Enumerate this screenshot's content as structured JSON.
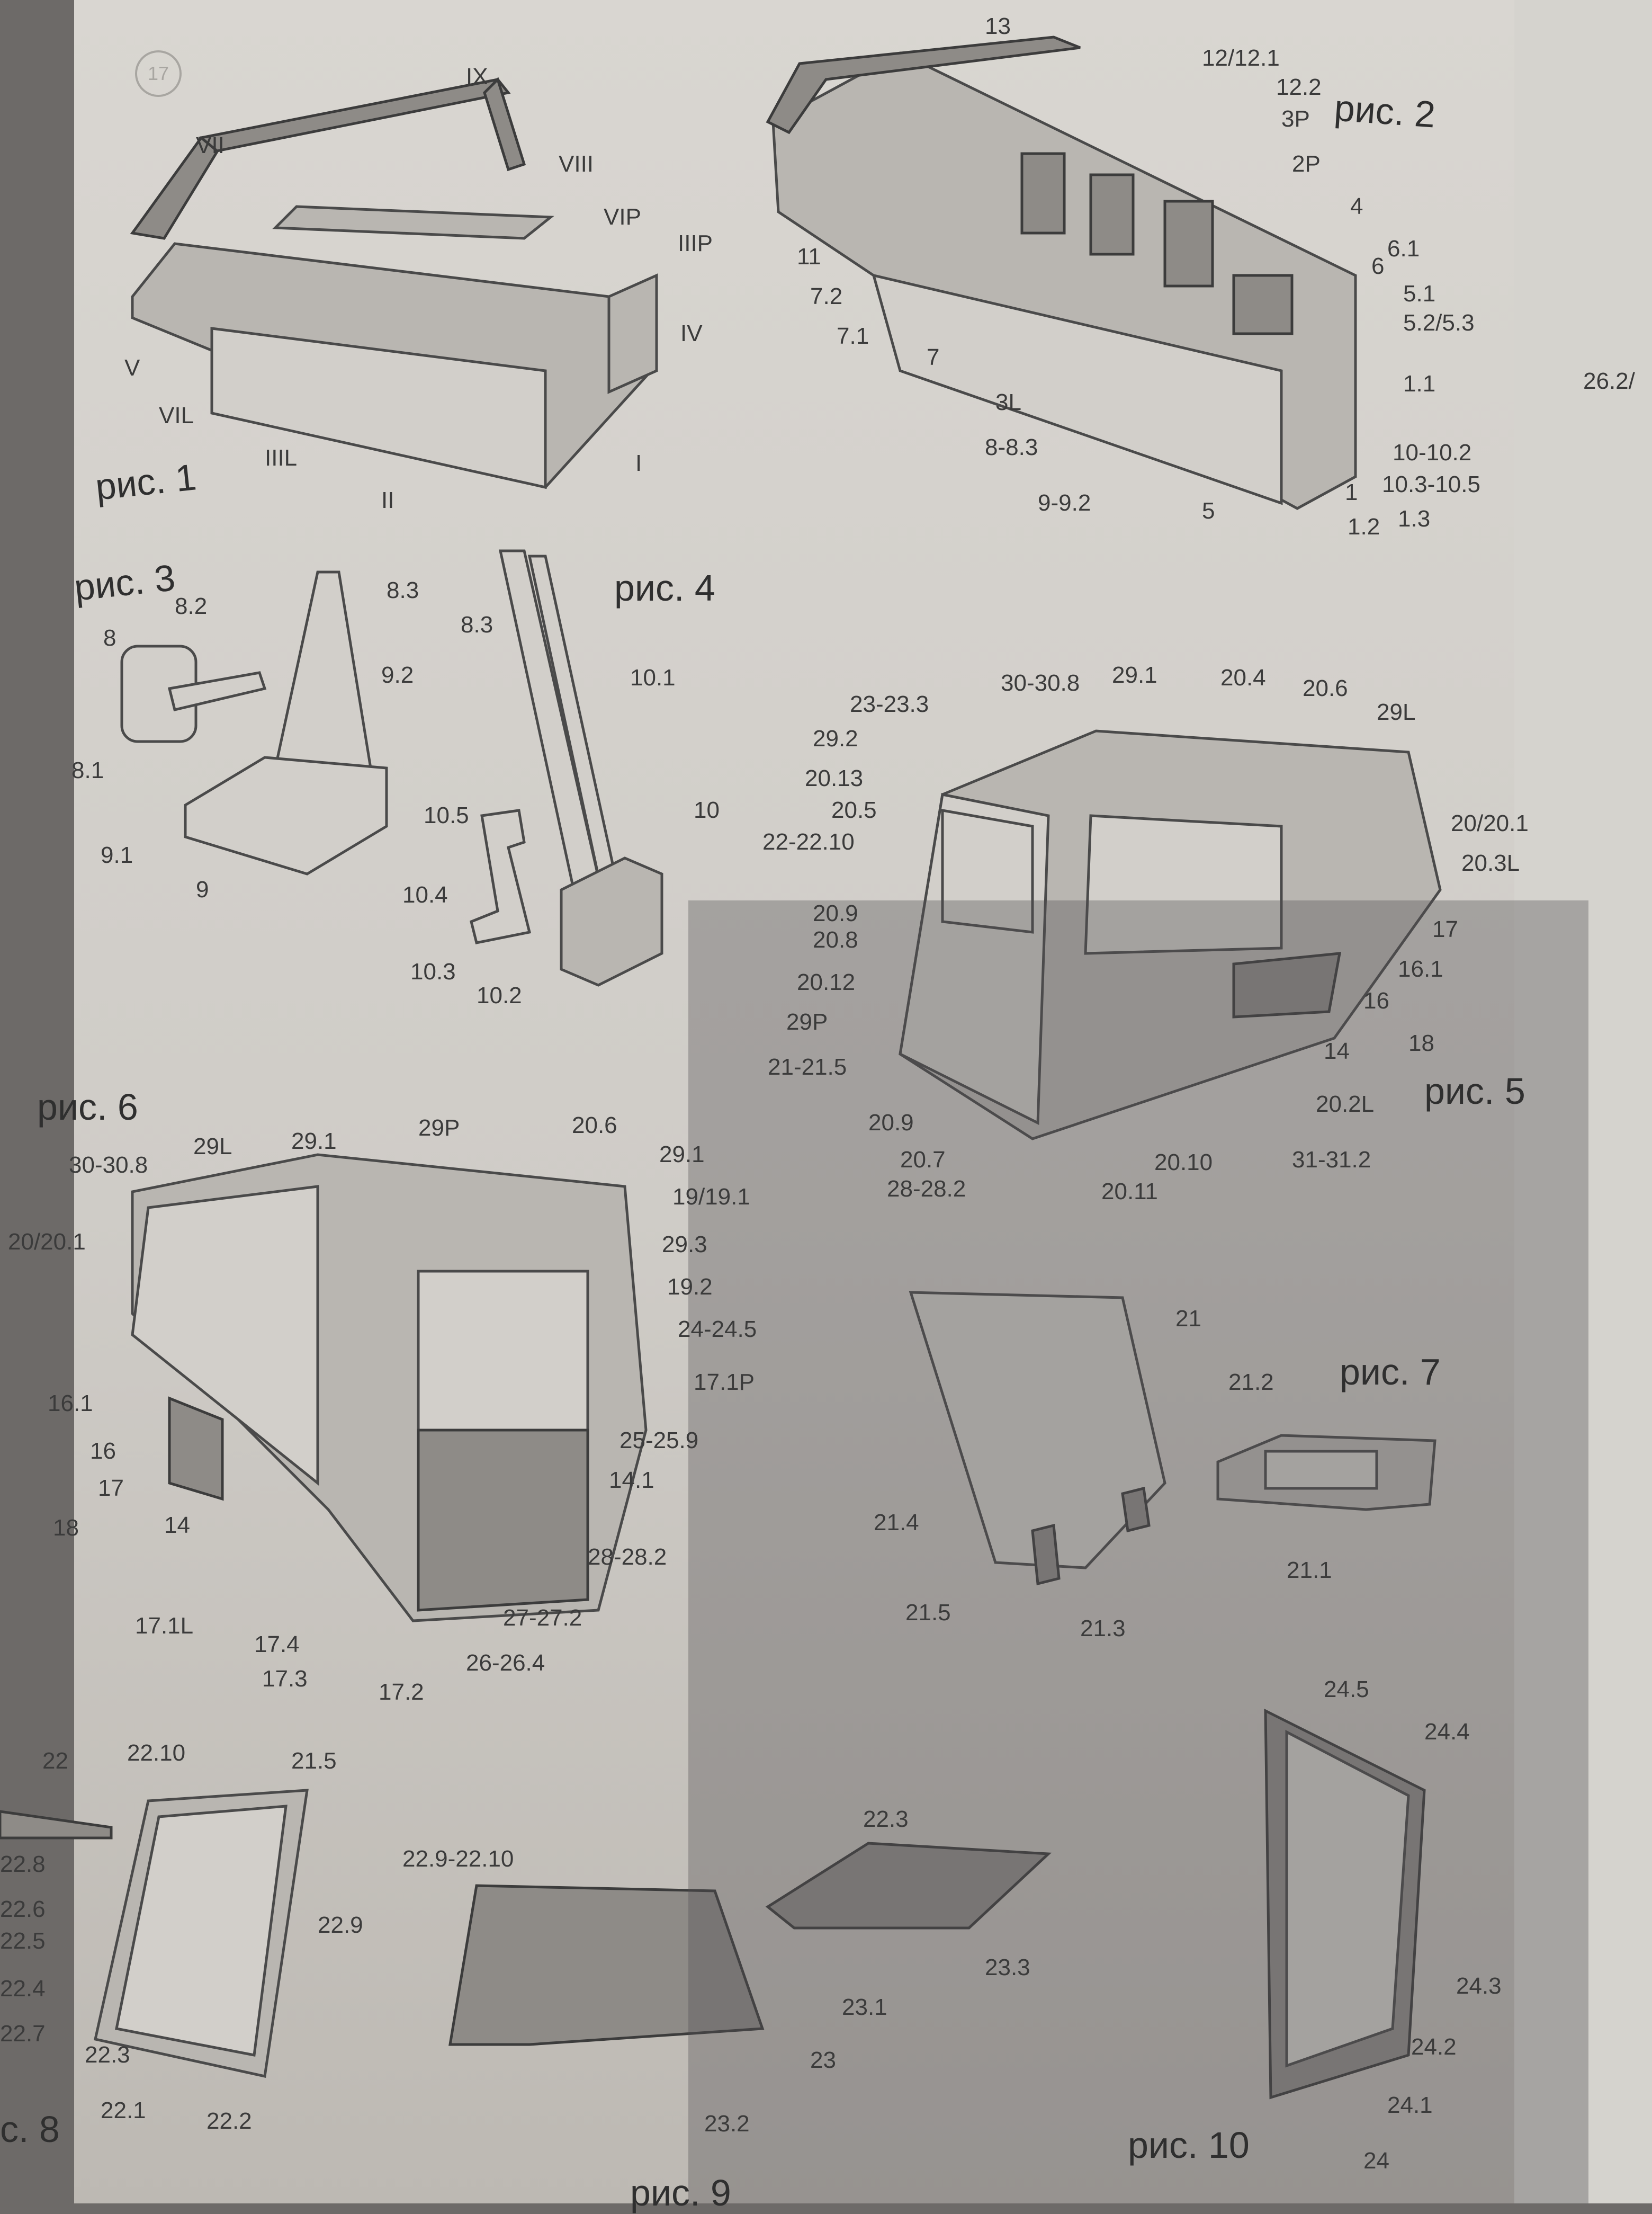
{
  "page": {
    "number": "17"
  },
  "figures": {
    "fig1": {
      "caption": "рис. 1",
      "labels": [
        "IX",
        "VII",
        "VIII",
        "VIP",
        "IIIP",
        "IV",
        "V",
        "VIL",
        "IIIL",
        "II",
        "I"
      ]
    },
    "fig2": {
      "caption": "рис. 2",
      "labels": [
        "13",
        "12/12.1",
        "12.2",
        "3P",
        "2P",
        "4",
        "6.1",
        "6",
        "5.1",
        "5.2/5.3",
        "1.1",
        "10-10.2",
        "10.3-10.5",
        "1",
        "1.3",
        "1.2",
        "5",
        "9-9.2",
        "8-8.3",
        "3L",
        "7",
        "7.1",
        "7.2",
        "11"
      ]
    },
    "fig3": {
      "caption": "рис. 3",
      "labels": [
        "8.2",
        "8",
        "8.1",
        "8.3",
        "9.2",
        "9.1",
        "9"
      ]
    },
    "fig4": {
      "caption": "рис. 4",
      "labels": [
        "8.3",
        "10.1",
        "10",
        "10.5",
        "10.4",
        "10.3",
        "10.2"
      ]
    },
    "fig5": {
      "caption": "рис. 5",
      "labels": [
        "30-30.8",
        "29.1",
        "20.4",
        "20.6",
        "29L",
        "23-23.3",
        "29.2",
        "20.13",
        "20.5",
        "22-22.10",
        "20/20.1",
        "20.3L",
        "17",
        "16.1",
        "16",
        "18",
        "14",
        "20.2L",
        "31-31.2",
        "20.10",
        "20.11",
        "20.9",
        "20.8",
        "20.12",
        "29P",
        "21-21.5",
        "20.9",
        "20.7",
        "28-28.2"
      ]
    },
    "fig6": {
      "caption": "рис. 6",
      "labels": [
        "30-30.8",
        "29L",
        "29.1",
        "29P",
        "20.6",
        "29.1",
        "19/19.1",
        "20/20.1",
        "29.3",
        "19.2",
        "24-24.5",
        "17.1P",
        "16.1",
        "16",
        "17",
        "18",
        "14",
        "25-25.9",
        "14.1",
        "28-28.2",
        "27-27.2",
        "26-26.4",
        "17.1L",
        "17.4",
        "17.3",
        "17.2"
      ]
    },
    "fig7": {
      "caption": "рис. 7",
      "labels": [
        "21",
        "21.2",
        "21.1",
        "21.4",
        "21.5",
        "21.3"
      ]
    },
    "fig8": {
      "caption": "с. 8",
      "labels": [
        "22",
        "22.10",
        "21.5",
        "22.8",
        "22.6",
        "22.5",
        "22.4",
        "22.7",
        "22.3",
        "22.9",
        "22.1",
        "22.2"
      ]
    },
    "fig9": {
      "caption": "рис. 9",
      "labels": [
        "22.9-22.10",
        "22.3",
        "23.3",
        "23.1",
        "23",
        "23.2"
      ]
    },
    "fig10": {
      "caption": "рис. 10",
      "labels": [
        "24.5",
        "24.4",
        "24.3",
        "24.2",
        "24.1",
        "24"
      ]
    },
    "right_edge": {
      "labels": [
        "26.2/"
      ]
    }
  },
  "colors": {
    "paper": "#d9d6d1",
    "ink": "#3b3b3b",
    "background": "#6d6a68"
  }
}
